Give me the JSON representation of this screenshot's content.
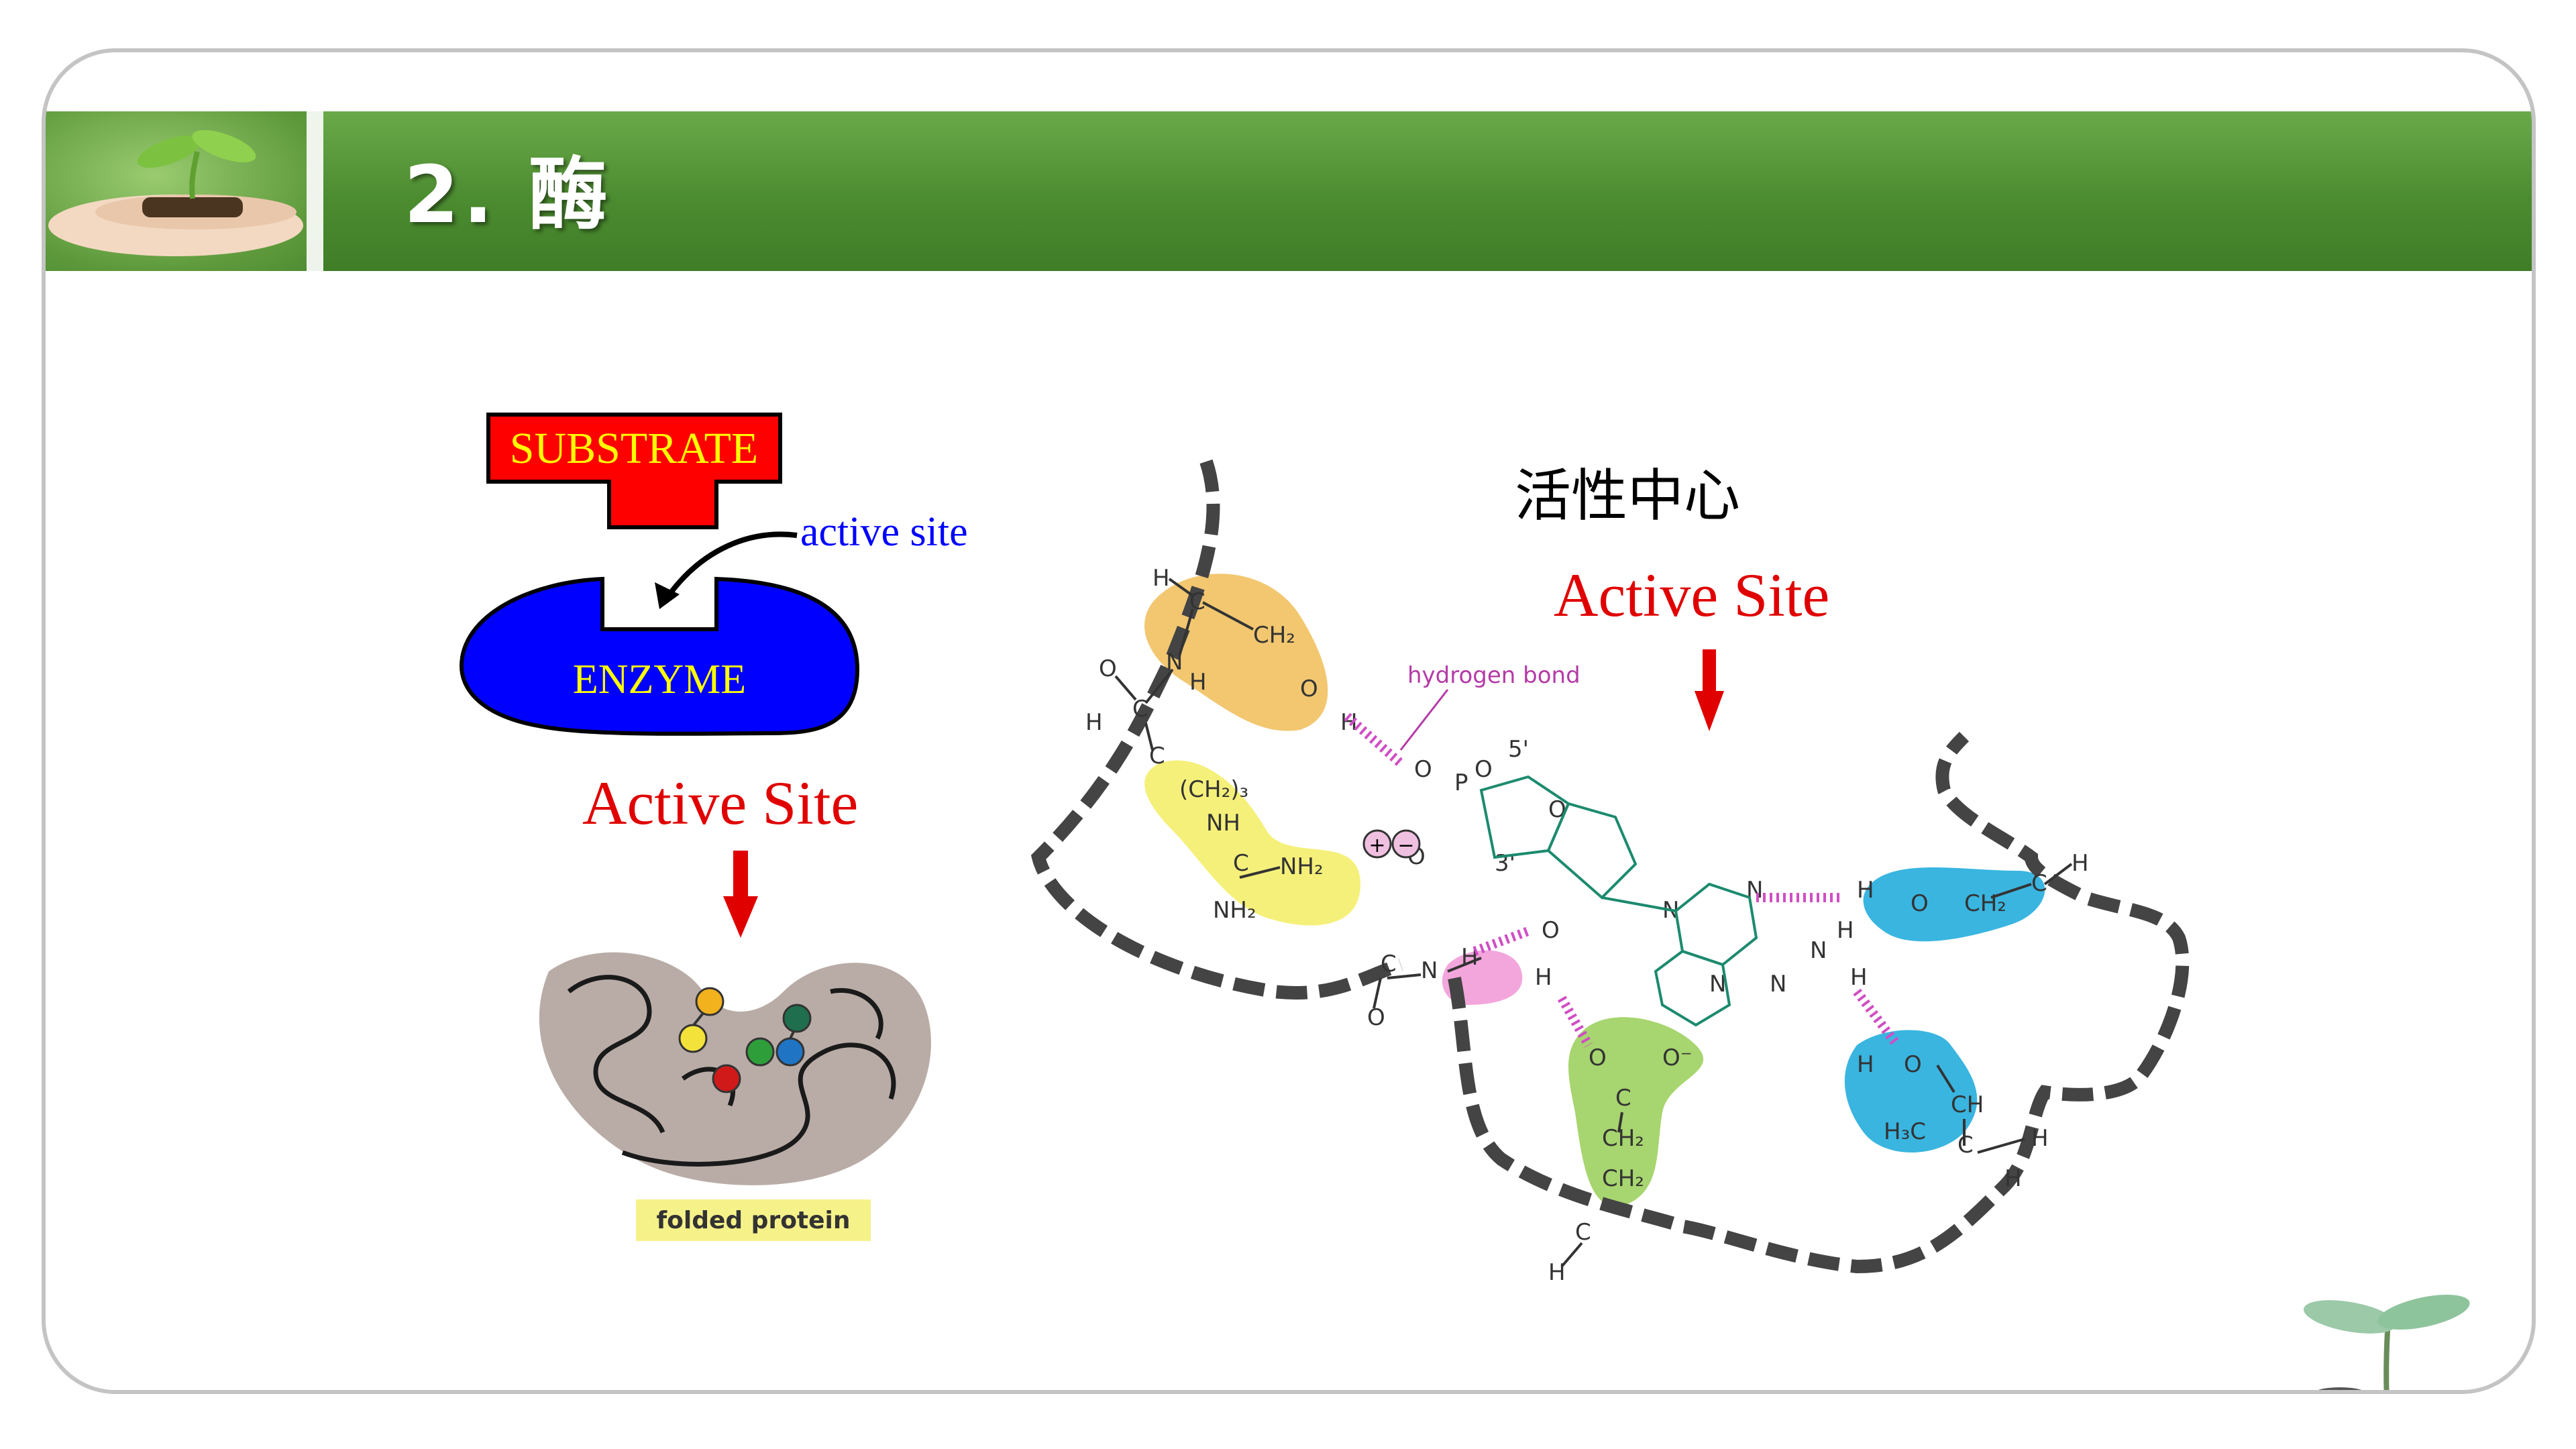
{
  "slide": {
    "title": "2. 酶"
  },
  "enzyme_diagram": {
    "substrate_label": "SUBSTRATE",
    "active_site_label": "active site",
    "enzyme_label": "ENZYME",
    "active_site_heading": "Active Site",
    "folded_protein_label": "folded protein"
  },
  "active_center": {
    "chinese_label": "活性中心",
    "english_label": "Active Site",
    "hydrogen_bond_label": "hydrogen bond"
  },
  "colors": {
    "banner_green": "#4c8c30",
    "substrate_red": "#ff0000",
    "enzyme_blue": "#0000ff",
    "label_yellow": "#ffff00",
    "heading_red": "#e00000",
    "protein_brown": "#b9aca6"
  }
}
